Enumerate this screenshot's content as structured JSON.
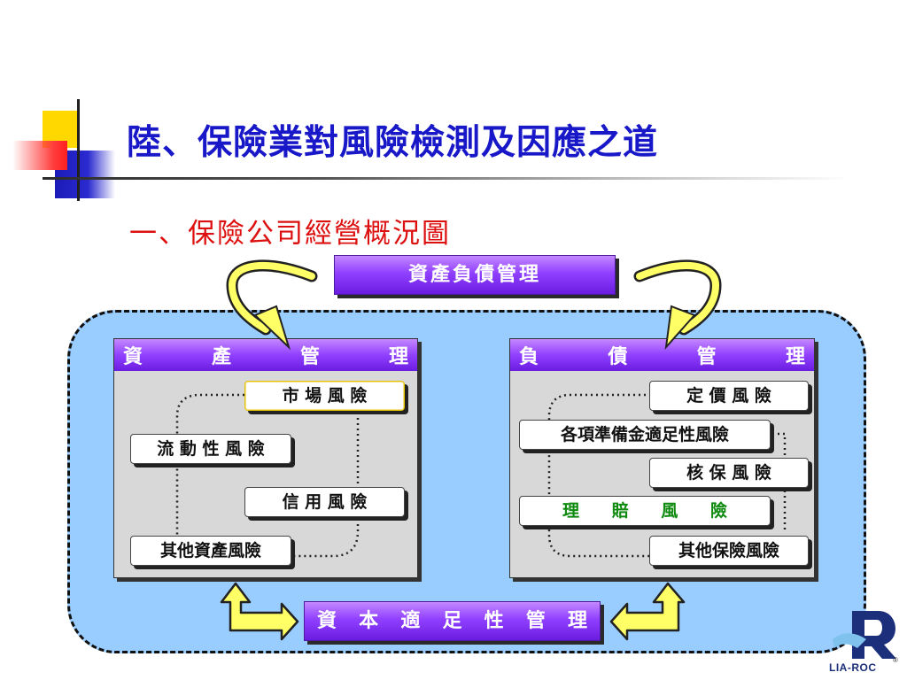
{
  "title": "陸、保險業對風險檢測及因應之道",
  "subtitle": "一、保險公司經營概況圖",
  "top_banner": "資產負債管理",
  "bottom_banner_chars": [
    "資",
    "本",
    "適",
    "足",
    "性",
    "管",
    "理"
  ],
  "asset_panel": {
    "header_chars": [
      "資",
      "產",
      "管",
      "理"
    ],
    "risks": [
      "市 場 風 險",
      "流 動 性 風 險",
      "信 用 風 險",
      "其他資產風險"
    ]
  },
  "liability_panel": {
    "header_chars": [
      "負",
      "債",
      "管",
      "理"
    ],
    "risks": [
      "定 價 風 險",
      "各項準備金適足性風險",
      "核 保 風 險",
      "其他保險風險"
    ],
    "claims_chars": [
      "理",
      "賠",
      "風",
      "險"
    ]
  },
  "logo": {
    "text": "LIA-ROC",
    "mark": "®"
  },
  "colors": {
    "title": "#1818c8",
    "subtitle": "#dd1010",
    "banner": "#9040ff",
    "background_area": "#99ccff",
    "arrow_fill": "#ffff66",
    "claims_text": "#0e8a0e"
  }
}
